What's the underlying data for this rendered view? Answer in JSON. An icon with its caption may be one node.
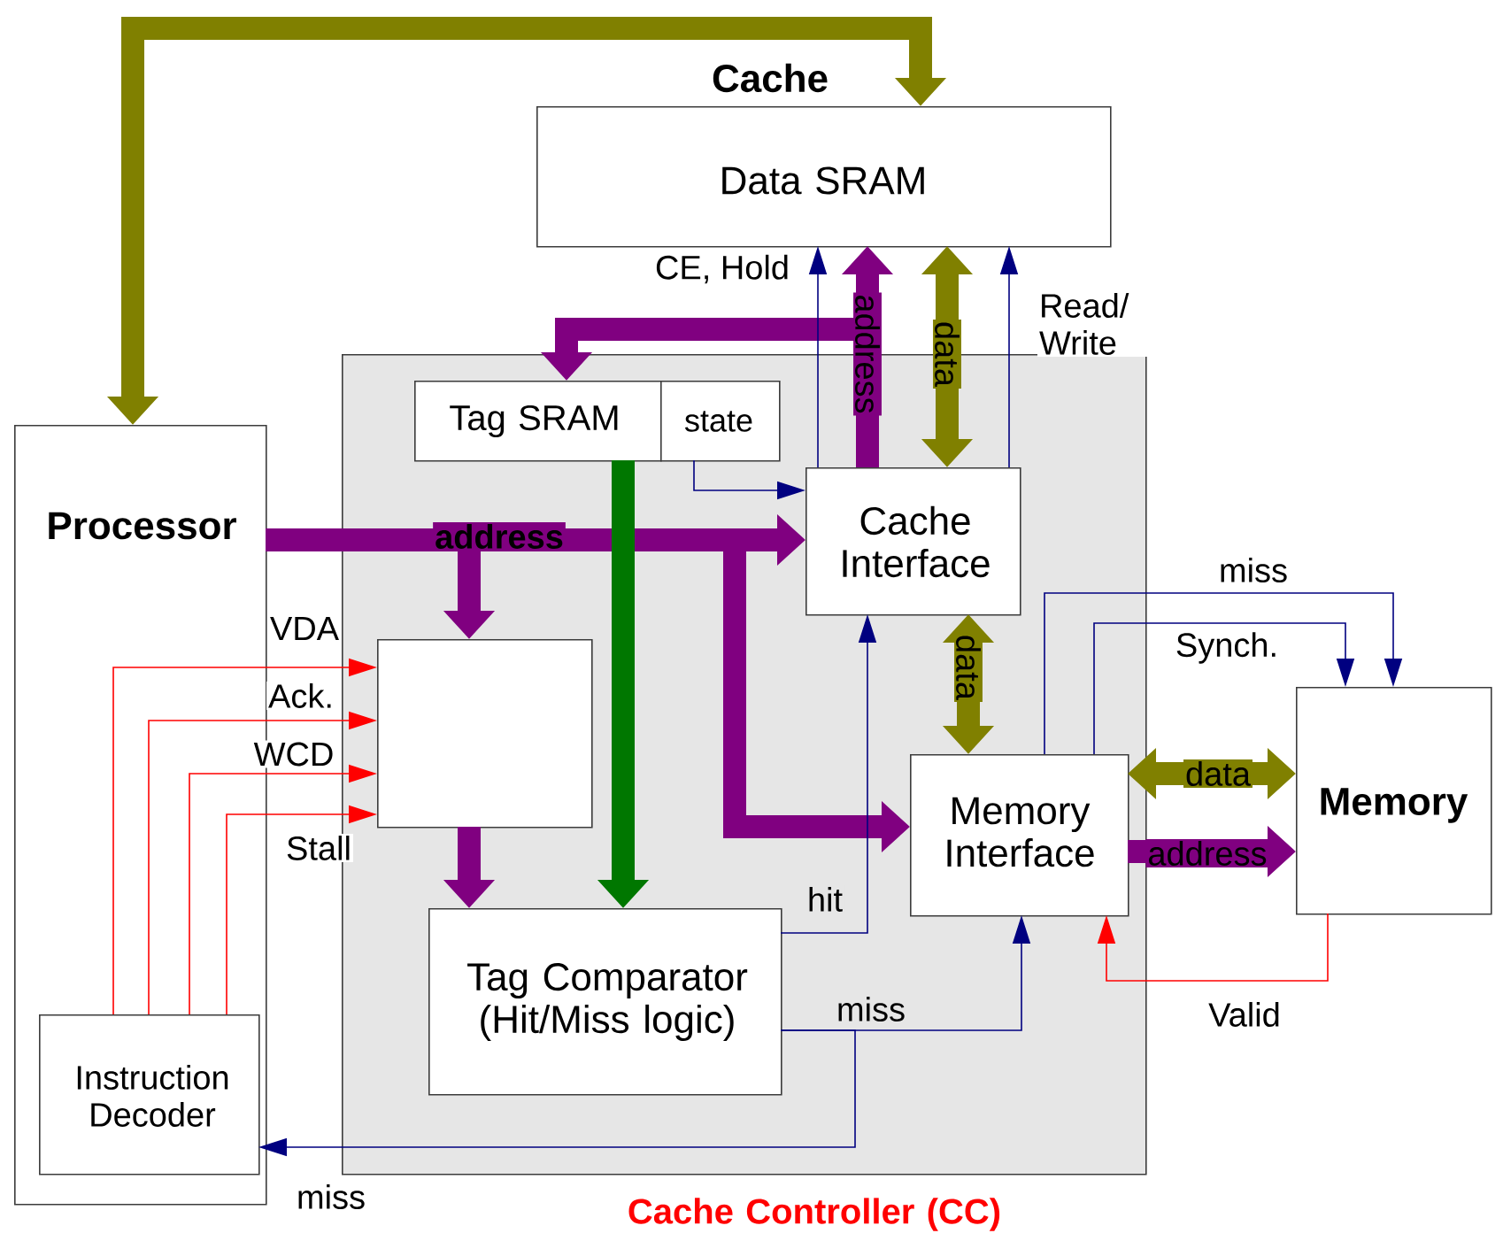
{
  "diagram": {
    "nodes": [
      {
        "text": [
          "Cache Controller (CC)"
        ]
      },
      {
        "text": [
          "Data SRAM"
        ]
      },
      {
        "text": [
          "Processor"
        ]
      },
      {
        "text": [
          "Instruction Decoder"
        ],
        "in": 2
      },
      {
        "text": [
          "Tag SRAM"
        ],
        "in": 0
      },
      {
        "text": [
          "state"
        ],
        "in": 0
      },
      {
        "text": [
          "Cache Interface"
        ],
        "in": 0
      },
      {
        "text": [],
        "shape": "box",
        "in": 0
      },
      {
        "text": [
          "Tag Comparator (Hit/Miss logic)"
        ],
        "in": 0
      },
      {
        "text": [
          "Memory Interface"
        ],
        "in": 0
      },
      {
        "text": [
          "Memory"
        ]
      }
    ],
    "edges": [
      {
        "from": 2,
        "to": 1,
        "arrow": "both",
        "style": "thick",
        "color": "#808000"
      },
      {
        "from": 2,
        "to": 6,
        "arrow": "to",
        "style": "thick",
        "color": "#800080",
        "label": "address"
      },
      {
        "from": 2,
        "to": 7,
        "arrow": "to",
        "style": "thick",
        "color": "#800080"
      },
      {
        "from": 2,
        "to": 9,
        "arrow": "to",
        "style": "thick",
        "color": "#800080"
      },
      {
        "from": 6,
        "to": 1,
        "arrow": "to",
        "style": "thick",
        "color": "#800080",
        "label": "address"
      },
      {
        "from": 6,
        "to": 4,
        "arrow": "to",
        "style": "thick",
        "color": "#800080"
      },
      {
        "from": 6,
        "to": 1,
        "arrow": "both",
        "style": "thick",
        "color": "#808000",
        "label": "data"
      },
      {
        "from": 6,
        "to": 1,
        "arrow": "to",
        "color": "#000080",
        "label": "CE, Hold"
      },
      {
        "from": 6,
        "to": 1,
        "arrow": "to",
        "color": "#000080",
        "label": "Read/ Write"
      },
      {
        "from": 5,
        "to": 6,
        "arrow": "to",
        "color": "#000080"
      },
      {
        "from": 4,
        "to": 8,
        "arrow": "to",
        "style": "thick",
        "color": "#007700"
      },
      {
        "from": 7,
        "to": 8,
        "arrow": "to",
        "style": "thick",
        "color": "#800080"
      },
      {
        "from": 8,
        "to": 6,
        "arrow": "to",
        "color": "#000080",
        "label": "hit"
      },
      {
        "from": 8,
        "to": 9,
        "arrow": "to",
        "color": "#000080",
        "label": "miss"
      },
      {
        "from": 8,
        "to": 3,
        "arrow": "to",
        "color": "#000080",
        "label": "miss"
      },
      {
        "from": 6,
        "to": 9,
        "arrow": "both",
        "style": "thick",
        "color": "#808000",
        "label": "data"
      },
      {
        "from": 9,
        "to": 10,
        "arrow": "both",
        "style": "thick",
        "color": "#808000",
        "label": "data"
      },
      {
        "from": 9,
        "to": 10,
        "arrow": "to",
        "style": "thick",
        "color": "#800080",
        "label": "address"
      },
      {
        "from": 9,
        "to": 10,
        "arrow": "to",
        "color": "#000080",
        "label": "miss"
      },
      {
        "from": 9,
        "to": 10,
        "arrow": "to",
        "color": "#000080",
        "label": "Synch."
      },
      {
        "from": 10,
        "to": 9,
        "arrow": "to",
        "color": "#ff0000",
        "label": "Valid"
      },
      {
        "from": 3,
        "to": 7,
        "arrow": "to",
        "color": "#ff0000",
        "label": "VDA"
      },
      {
        "from": 3,
        "to": 7,
        "arrow": "to",
        "color": "#ff0000",
        "label": "Ack."
      },
      {
        "from": 3,
        "to": 7,
        "arrow": "to",
        "color": "#ff0000",
        "label": "WCD"
      },
      {
        "from": 3,
        "to": 7,
        "arrow": "to",
        "color": "#ff0000",
        "label": "Stall"
      }
    ],
    "labels": [
      "Cache"
    ]
  }
}
